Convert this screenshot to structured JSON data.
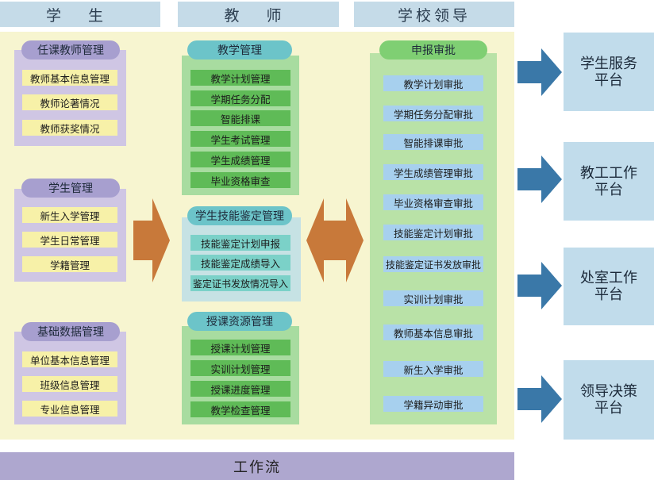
{
  "headers": {
    "student": "学 生",
    "teacher": "教 师",
    "leader": "学校领导"
  },
  "left": {
    "teacher_mgmt": {
      "title": "任课教师管理",
      "items": [
        "教师基本信息管理",
        "教师论著情况",
        "教师获奖情况"
      ]
    },
    "student_mgmt": {
      "title": "学生管理",
      "items": [
        "新生入学管理",
        "学生日常管理",
        "学籍管理"
      ]
    },
    "base_data": {
      "title": "基础数据管理",
      "items": [
        "单位基本信息管理",
        "班级信息管理",
        "专业信息管理"
      ]
    }
  },
  "middle": {
    "teaching": {
      "title": "教学管理",
      "items": [
        "教学计划管理",
        "学期任务分配",
        "智能排课",
        "学生考试管理",
        "学生成绩管理",
        "毕业资格审查"
      ]
    },
    "skill": {
      "title": "学生技能鉴定管理",
      "items": [
        "技能鉴定计划申报",
        "技能鉴定成绩导入",
        "鉴定证书发放情况导入"
      ]
    },
    "resource": {
      "title": "授课资源管理",
      "items": [
        "授课计划管理",
        "实训计划管理",
        "授课进度管理",
        "教学检查管理"
      ]
    }
  },
  "approval": {
    "title": "申报审批",
    "items": [
      "教学计划审批",
      "学期任务分配审批",
      "智能排课审批",
      "学生成绩管理审批",
      "毕业资格审查审批",
      "技能鉴定计划审批",
      "技能鉴定证书发放审批",
      "实训计划审批",
      "教师基本信息审批",
      "新生入学审批",
      "学籍异动审批"
    ]
  },
  "platforms": [
    {
      "line1": "学生服务",
      "line2": "平台"
    },
    {
      "line1": "教工工作",
      "line2": "平台"
    },
    {
      "line1": "处室工作",
      "line2": "平台"
    },
    {
      "line1": "领导决策",
      "line2": "平台"
    }
  ],
  "footer": "工作流",
  "colors": {
    "arrow_orange": "#c8793a",
    "arrow_blue": "#3a78a8"
  }
}
